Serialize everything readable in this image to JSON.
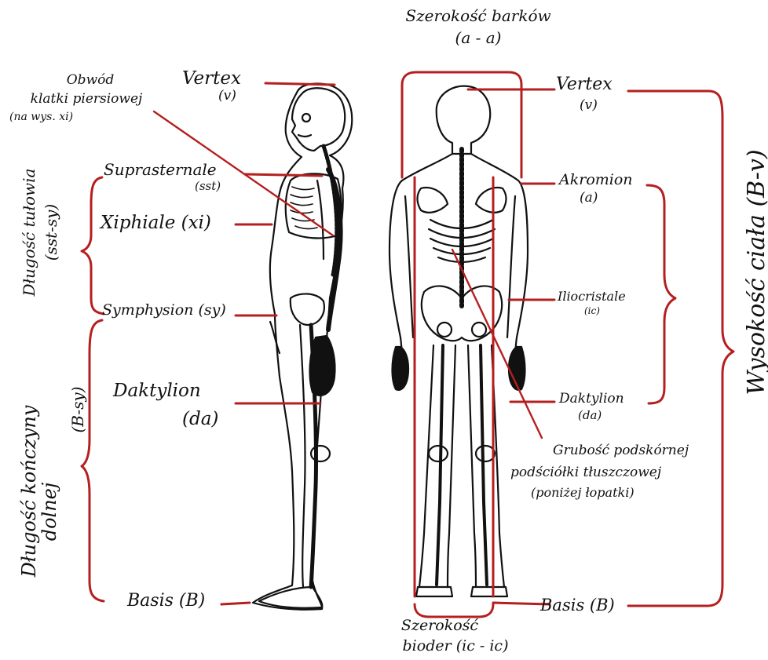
{
  "colors": {
    "accent": "#b51f1f",
    "ink": "#111111"
  },
  "labels": {
    "shoulder_width": "Szerokość barków",
    "shoulder_width_code": "(a - a)",
    "chest_circ_1": "Obwód",
    "chest_circ_2": "klatki piersiowej",
    "chest_circ_3": "(na wys. xi)",
    "vertex_left": "Vertex",
    "vertex_left_code": "(v)",
    "suprasternale": "Suprasternale",
    "suprasternale_code": "(sst)",
    "xiphiale": "Xiphiale (xi)",
    "symphysion": "Symphysion (sy)",
    "daktylion_left": "Daktylion",
    "daktylion_left_code": "(da)",
    "basis_left": "Basis (B)",
    "vertex_right": "Vertex",
    "vertex_right_code": "(v)",
    "akromion": "Akromion",
    "akromion_code": "(a)",
    "iliocristale": "Iliocristale",
    "iliocristale_code": "(ic)",
    "daktylion_right": "Daktylion",
    "daktylion_right_code": "(da)",
    "skinfold_1": "Grubość podskórnej",
    "skinfold_2": "podściółki tłuszczowej",
    "skinfold_3": "(poniżej łopatki)",
    "basis_right": "Basis (B)",
    "hip_width_1": "Szerokość",
    "hip_width_2": "bioder (ic - ic)",
    "trunk_len_1": "Długość tułowia",
    "trunk_len_2": "(sst-sy)",
    "leg_len_1": "Długość kończyny",
    "leg_len_2": "dolnej",
    "leg_len_code": "(B-sy)",
    "body_height": "Wysokość ciała (B-v)"
  }
}
